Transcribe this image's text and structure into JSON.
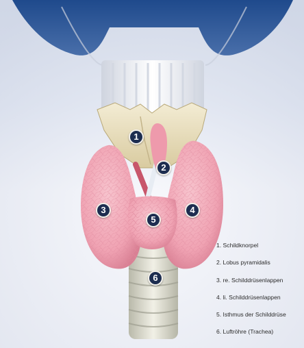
{
  "markers": [
    "1",
    "2",
    "3",
    "4",
    "5",
    "6"
  ],
  "legend": [
    "1. Schildknorpel",
    "2. Lobus pyramidalis",
    "3. re. Schilddrüsenlappen",
    "4. li. Schilddrüsenlappen",
    "5. Isthmus der Schilddrüse",
    "6. Luftröhre (Trachea)"
  ],
  "colors": {
    "background_top": "#1f4a8c",
    "neck_skin": "#eef0f6",
    "thyroid": "#f0a9b8",
    "cartilage": "#e9dfbf",
    "trachea": "#dcdccf",
    "marker": "#1d2d50"
  }
}
